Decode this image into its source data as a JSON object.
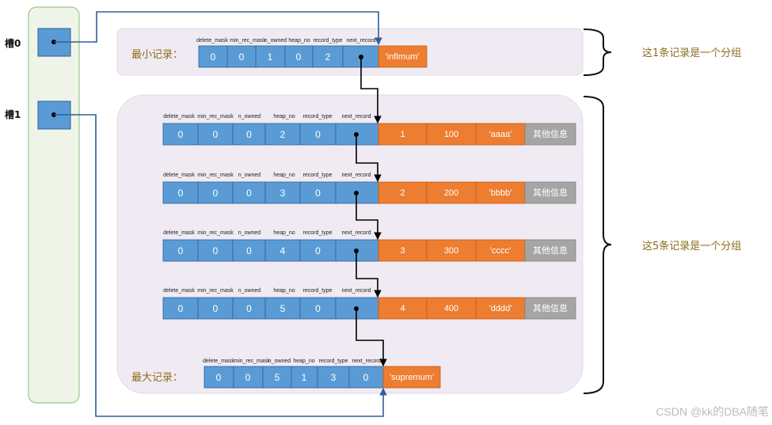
{
  "slots": [
    {
      "label": "槽0"
    },
    {
      "label": "槽1"
    }
  ],
  "header_fields": [
    "delete_mask",
    "min_rec_mask",
    "n_owned",
    "heap_no",
    "record_type",
    "next_record"
  ],
  "infimum": {
    "label": "最小记录：",
    "values": [
      "0",
      "0",
      "1",
      "0",
      "2",
      ""
    ],
    "data": "'infimum'"
  },
  "records": [
    {
      "values": [
        "0",
        "0",
        "0",
        "2",
        "0",
        ""
      ],
      "data": [
        "1",
        "100",
        "'aaaa'"
      ],
      "other": "其他信息"
    },
    {
      "values": [
        "0",
        "0",
        "0",
        "3",
        "0",
        ""
      ],
      "data": [
        "2",
        "200",
        "'bbbb'"
      ],
      "other": "其他信息"
    },
    {
      "values": [
        "0",
        "0",
        "0",
        "4",
        "0",
        ""
      ],
      "data": [
        "3",
        "300",
        "'cccc'"
      ],
      "other": "其他信息"
    },
    {
      "values": [
        "0",
        "0",
        "0",
        "5",
        "0",
        ""
      ],
      "data": [
        "4",
        "400",
        "'dddd'"
      ],
      "other": "其他信息"
    }
  ],
  "supremum": {
    "label": "最大记录：",
    "values": [
      "0",
      "0",
      "5",
      "1",
      "3",
      "0"
    ],
    "data": "'supremum'"
  },
  "brace_labels": [
    "这1条记录是一个分组",
    "这5条记录是一个分组"
  ],
  "watermark": "CSDN @kk的DBA随笔",
  "colors": {
    "header_cell": "#5b9bd5",
    "data_cell": "#ed7d31",
    "other_cell": "#a5a5a5",
    "group_bg": "#f0eaf3",
    "slot_bg": "#eef5e8",
    "slot_border": "#9cc48c",
    "slot_pointer": "#2e5f99"
  }
}
